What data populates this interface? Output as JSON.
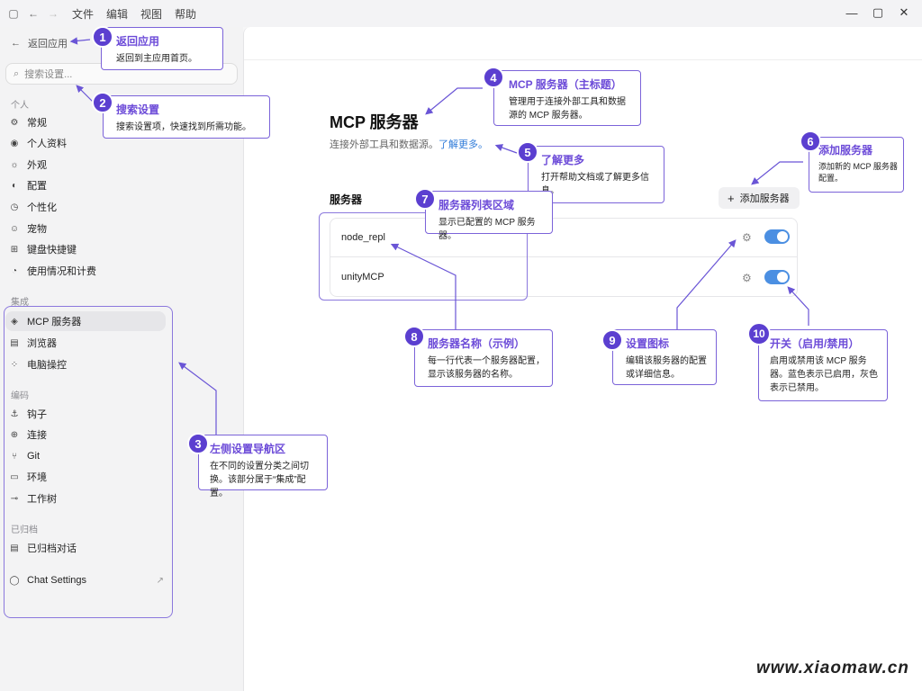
{
  "titlebar": {
    "menu": [
      "文件",
      "编辑",
      "视图",
      "帮助"
    ]
  },
  "sidebar": {
    "back_label": "返回应用",
    "search_placeholder": "搜索设置...",
    "sections": {
      "personal": "个人",
      "integrations": "集成",
      "coding": "编码",
      "archived": "已归档"
    },
    "personal_items": [
      "常规",
      "个人资料",
      "外观",
      "配置",
      "个性化",
      "宠物",
      "键盘快捷键",
      "使用情况和计费"
    ],
    "integration_items": [
      "MCP 服务器",
      "浏览器",
      "电脑操控"
    ],
    "coding_items": [
      "钩子",
      "连接",
      "Git",
      "环境",
      "工作树"
    ],
    "archived_items": [
      "已归档对话"
    ],
    "chat_settings": "Chat Settings"
  },
  "main": {
    "title": "MCP 服务器",
    "subtitle": "连接外部工具和数据源。",
    "learn_more": "了解更多。",
    "servers_heading": "服务器",
    "add_server": "添加服务器",
    "servers": [
      {
        "name": "node_repl",
        "enabled": true
      },
      {
        "name": "unityMCP",
        "enabled": true
      }
    ]
  },
  "callouts": [
    {
      "n": "1",
      "title": "返回应用",
      "desc": "返回到主应用首页。"
    },
    {
      "n": "2",
      "title": "搜索设置",
      "desc": "搜索设置项，快速找到所需功能。"
    },
    {
      "n": "3",
      "title": "左侧设置导航区",
      "desc": "在不同的设置分类之间切换。该部分属于“集成”配置。"
    },
    {
      "n": "4",
      "title": "MCP 服务器（主标题）",
      "desc": "管理用于连接外部工具和数据源的 MCP 服务器。"
    },
    {
      "n": "5",
      "title": "了解更多",
      "desc": "打开帮助文档或了解更多信息。"
    },
    {
      "n": "6",
      "title": "添加服务器",
      "desc": "添加新的 MCP 服务器配置。"
    },
    {
      "n": "7",
      "title": "服务器列表区域",
      "desc": "显示已配置的 MCP 服务器。"
    },
    {
      "n": "8",
      "title": "服务器名称（示例）",
      "desc": "每一行代表一个服务器配置，显示该服务器的名称。"
    },
    {
      "n": "9",
      "title": "设置图标",
      "desc": "编辑该服务器的配置或详细信息。"
    },
    {
      "n": "10",
      "title": "开关（启用/禁用）",
      "desc": "启用或禁用该 MCP 服务器。蓝色表示已启用，灰色表示已禁用。"
    }
  ],
  "watermark": "www.xiaomaw.cn",
  "colors": {
    "accent": "#5b3fd0",
    "toggle_on": "#4b8fe2",
    "link": "#2f7bd9"
  }
}
